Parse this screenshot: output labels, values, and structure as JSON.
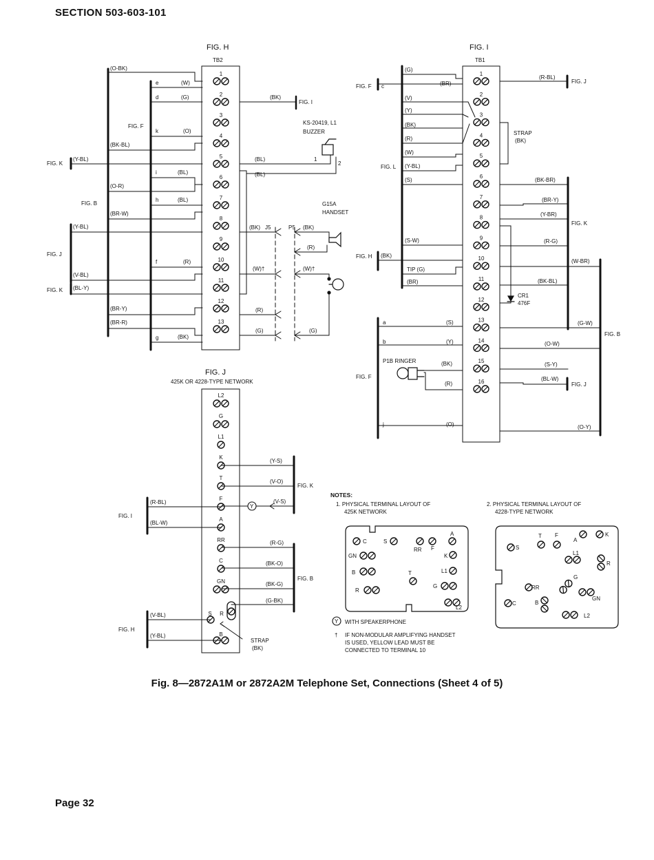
{
  "header": {
    "section": "SECTION 503-603-101"
  },
  "caption": "Fig. 8—2872A1M or 2872A2M Telephone Set, Connections (Sheet 4 of 5)",
  "page": "Page 32",
  "figH": {
    "title": "FIG. H",
    "strip": "TB2",
    "terminals": [
      "1",
      "2",
      "3",
      "4",
      "5",
      "6",
      "7",
      "8",
      "9",
      "10",
      "11",
      "12",
      "13"
    ],
    "leftLabels": {
      "ob": "(O-BK)",
      "bkbl": "(BK-BL)",
      "or": "(O-R)",
      "brw": "(BR-W)",
      "ybl": "(Y-BL)",
      "vbl": "(V-BL)",
      "bly": "(BL-Y)",
      "bry": "(BR-Y)",
      "brr": "(BR-R)"
    },
    "inner": {
      "e": "e",
      "d": "d",
      "k": "k",
      "i": "i",
      "h": "h",
      "f": "f",
      "g": "g",
      "w": "(W)",
      "g2": "(G)",
      "o": "(O)",
      "bl6": "(BL)",
      "bl7": "(BL)",
      "r": "(R)",
      "bk13": "(BK)"
    },
    "figF": "FIG. F",
    "figB": "FIG. B",
    "figJ": "FIG. J",
    "figK1": "FIG. K",
    "figK2": "FIG. K",
    "kybl": "(Y-BL)",
    "right": {
      "bk2": "(BK)",
      "figI": "FIG. I",
      "bl5": "(BL)",
      "bl6": "(BL)",
      "bk8": "(BK)",
      "w10": "(W)†",
      "r12": "(R)",
      "g13": "(G)"
    },
    "buzzer": {
      "name": "KS-20419, L1",
      "type": "BUZZER",
      "p1": "1",
      "p2": "2"
    },
    "handset": {
      "name": "G15A",
      "type": "HANDSET",
      "j5": "J5",
      "p5": "P5",
      "bk": "(BK)",
      "r": "(R)",
      "w": "(W)†",
      "g": "(G)"
    }
  },
  "figI": {
    "title": "FIG. I",
    "strip": "TB1",
    "terminals": [
      "1",
      "2",
      "3",
      "4",
      "5",
      "6",
      "7",
      "8",
      "9",
      "10",
      "11",
      "12",
      "13",
      "14",
      "15",
      "16"
    ],
    "left": {
      "g": "(G)",
      "br": "(BR)",
      "c": "c",
      "v": "(V)",
      "y": "(Y)",
      "bk": "(BK)",
      "r": "(R)",
      "w": "(W)",
      "ybl": "(Y-BL)",
      "s": "(S)",
      "sw": "(S-W)",
      "bkh": "(BK)",
      "tip": "TIP (G)",
      "br9": "(BR)"
    },
    "figF1": "FIG. F",
    "figL": "FIG. L",
    "figH": "FIG. H",
    "figF2": "FIG. F",
    "right": {
      "rbl": "(R-BL)",
      "figJ1": "FIG. J",
      "strap": "STRAP",
      "strapbk": "(BK)",
      "bkbr": "(BK-BR)",
      "bry": "(BR-Y)",
      "ybr": "(Y-BR)",
      "rg": "(R-G)",
      "figK": "FIG. K",
      "wbr": "(W-BR)",
      "bkbl": "(BK-BL)",
      "cr1": "CR1",
      "cr1type": "476F",
      "gw": "(G-W)",
      "ow": "(O-W)",
      "sy": "(S-Y)",
      "blw": "(BL-W)",
      "figJ2": "FIG. J",
      "oy": "(O-Y)",
      "figB": "FIG. B"
    },
    "lower": {
      "a": "a",
      "s": "(S)",
      "b": "b",
      "y": "(Y)",
      "ringer": "P1B RINGER",
      "bk": "(BK)",
      "r": "(R)",
      "j": "j",
      "o": "(O)"
    }
  },
  "figJ": {
    "title": "FIG. J",
    "subtitle": "425K OR 4228-TYPE NETWORK",
    "terminals": [
      "L2",
      "G",
      "L1",
      "K",
      "T",
      "F",
      "A",
      "RR",
      "C",
      "GN",
      "S",
      "R",
      "B"
    ],
    "ys": "(Y-S)",
    "vo": "(V-O)",
    "vs": "(V-S)",
    "figK": "FIG. K",
    "yMark": "Y",
    "rbl": "(R-BL)",
    "blw": "(BL-W)",
    "figI": "FIG. I",
    "rg": "(R-G)",
    "bko": "(BK-O)",
    "bkg": "(BK-G)",
    "gbk": "(G-BK)",
    "figB": "FIG. B",
    "vbl": "(V-BL)",
    "ybl": "(Y-BL)",
    "figH": "FIG. H",
    "strap": "STRAP",
    "strapbk": "(BK)"
  },
  "notes": {
    "title": "NOTES:",
    "n1a": "1. PHYSICAL TERMINAL LAYOUT OF",
    "n1b": "425K NETWORK",
    "n2a": "2. PHYSICAL TERMINAL LAYOUT OF",
    "n2b": "4228-TYPE NETWORK",
    "speaker": "WITH SPEAKERPHONE",
    "speakerMark": "Y",
    "daggerMark": "†",
    "dag1": "IF NON-MODULAR AMPLIFYING HANDSET",
    "dag2": "IS USED, YELLOW LEAD MUST BE",
    "dag3": "CONNECTED TO TERMINAL 10"
  },
  "layout425": {
    "c": "C",
    "s": "S",
    "rr": "RR",
    "f": "F",
    "a": "A",
    "gn": "GN",
    "k": "K",
    "b": "B",
    "t": "T",
    "l1": "L1",
    "r": "R",
    "g": "G",
    "l2": "L2"
  },
  "layout4228": {
    "s": "S",
    "t": "T",
    "f": "F",
    "a": "A",
    "k": "K",
    "l1": "L1",
    "r": "R",
    "g": "G",
    "rr": "RR",
    "gn": "GN",
    "c": "C",
    "b": "B",
    "l2": "L2"
  }
}
